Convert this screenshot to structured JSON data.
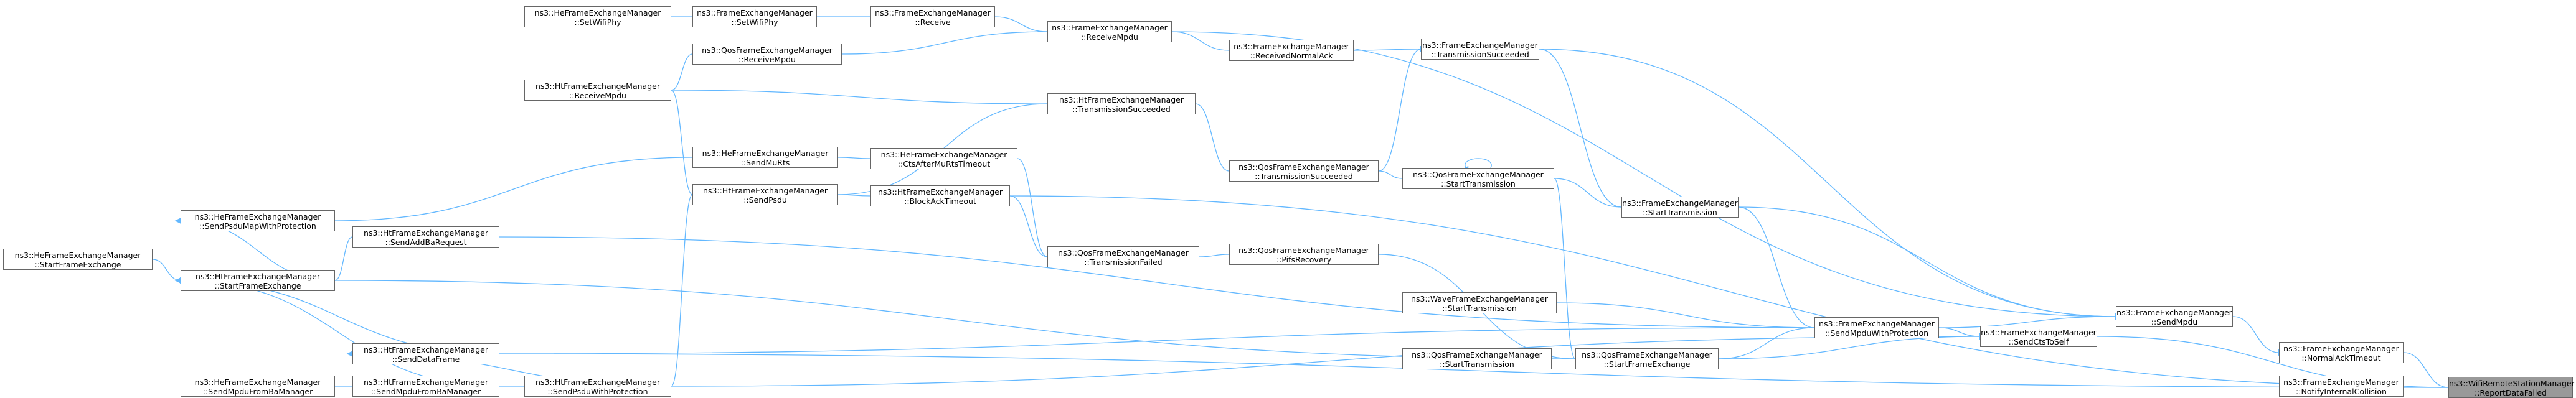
{
  "graph": {
    "edge_color": "#63b8ff",
    "node_border": "#666666",
    "focus_fill": "#999999",
    "nodes": {
      "reportDataFailed": {
        "l1": "ns3::WifiRemoteStationManager",
        "l2": "::ReportDataFailed"
      },
      "normalAckTimeout": {
        "l1": "ns3::FrameExchangeManager",
        "l2": "::NormalAckTimeout"
      },
      "notifyInternalCollision": {
        "l1": "ns3::FrameExchangeManager",
        "l2": "::NotifyInternalCollision"
      },
      "sendMpdu": {
        "l1": "ns3::FrameExchangeManager",
        "l2": "::SendMpdu"
      },
      "sendCtsToSelf": {
        "l1": "ns3::FrameExchangeManager",
        "l2": "::SendCtsToSelf"
      },
      "sendMpduWithProtection": {
        "l1": "ns3::FrameExchangeManager",
        "l2": "::SendMpduWithProtection"
      },
      "startTransmission": {
        "l1": "ns3::FrameExchangeManager",
        "l2": "::StartTransmission"
      },
      "transmissionSucceeded": {
        "l1": "ns3::FrameExchangeManager",
        "l2": "::TransmissionSucceeded"
      },
      "waveStartTransmission": {
        "l1": "ns3::WaveFrameExchangeManager",
        "l2": "::StartTransmission"
      },
      "qosStartFrameExchange": {
        "l1": "ns3::QosFrameExchangeManager",
        "l2": "::StartFrameExchange"
      },
      "qosStartTransmission2": {
        "l1": "ns3::QosFrameExchangeManager",
        "l2": "::StartTransmission"
      },
      "qosStartTransmission": {
        "l1": "ns3::QosFrameExchangeManager",
        "l2": "::StartTransmission"
      },
      "qosPifsRecovery": {
        "l1": "ns3::QosFrameExchangeManager",
        "l2": "::PifsRecovery"
      },
      "qosTransmissionSucceeded": {
        "l1": "ns3::QosFrameExchangeManager",
        "l2": "::TransmissionSucceeded"
      },
      "qosTransmissionFailed": {
        "l1": "ns3::QosFrameExchangeManager",
        "l2": "::TransmissionFailed"
      },
      "receivedNormalAck": {
        "l1": "ns3::FrameExchangeManager",
        "l2": "::ReceivedNormalAck"
      },
      "receiveMpdu": {
        "l1": "ns3::FrameExchangeManager",
        "l2": "::ReceiveMpdu"
      },
      "htTransmissionSucceeded": {
        "l1": "ns3::HtFrameExchangeManager",
        "l2": "::TransmissionSucceeded"
      },
      "htBlockAckTimeout": {
        "l1": "ns3::HtFrameExchangeManager",
        "l2": "::BlockAckTimeout"
      },
      "heCtsAfterMuRtsTimeout": {
        "l1": "ns3::HeFrameExchangeManager",
        "l2": "::CtsAfterMuRtsTimeout"
      },
      "receive": {
        "l1": "ns3::FrameExchangeManager",
        "l2": "::Receive"
      },
      "qosReceiveMpdu": {
        "l1": "ns3::QosFrameExchangeManager",
        "l2": "::ReceiveMpdu"
      },
      "setWifiPhy": {
        "l1": "ns3::FrameExchangeManager",
        "l2": "::SetWifiPhy"
      },
      "heSendMuRts": {
        "l1": "ns3::HeFrameExchangeManager",
        "l2": "::SendMuRts"
      },
      "htSendPsdu": {
        "l1": "ns3::HtFrameExchangeManager",
        "l2": "::SendPsdu"
      },
      "htSendAddBaRequest": {
        "l1": "ns3::HtFrameExchangeManager",
        "l2": "::SendAddBaRequest"
      },
      "htSendDataFrame": {
        "l1": "ns3::HtFrameExchangeManager",
        "l2": "::SendDataFrame"
      },
      "htSendMpduFromBaManager": {
        "l1": "ns3::HtFrameExchangeManager",
        "l2": "::SendMpduFromBaManager"
      },
      "htSendPsduWithProtection": {
        "l1": "ns3::HtFrameExchangeManager",
        "l2": "::SendPsduWithProtection"
      },
      "heSetWifiPhy": {
        "l1": "ns3::HeFrameExchangeManager",
        "l2": "::SetWifiPhy"
      },
      "htReceiveMpdu": {
        "l1": "ns3::HtFrameExchangeManager",
        "l2": "::ReceiveMpdu"
      },
      "heSendPsduMapWithProtection": {
        "l1": "ns3::HeFrameExchangeManager",
        "l2": "::SendPsduMapWithProtection"
      },
      "htStartFrameExchange": {
        "l1": "ns3::HtFrameExchangeManager",
        "l2": "::StartFrameExchange"
      },
      "heSendMpduFromBaManager": {
        "l1": "ns3::HeFrameExchangeManager",
        "l2": "::SendMpduFromBaManager"
      },
      "heStartFrameExchange": {
        "l1": "ns3::HeFrameExchangeManager",
        "l2": "::StartFrameExchange"
      }
    },
    "edges": [
      [
        "normalAckTimeout",
        "reportDataFailed"
      ],
      [
        "sendMpdu",
        "normalAckTimeout"
      ],
      [
        "sendCtsToSelf",
        "reportDataFailed"
      ],
      [
        "sendMpduWithProtection",
        "sendCtsToSelf"
      ],
      [
        "sendMpduWithProtection",
        "sendMpdu"
      ],
      [
        "startTransmission",
        "sendMpduWithProtection"
      ],
      [
        "startTransmission",
        "sendMpdu"
      ],
      [
        "transmissionSucceeded",
        "sendMpdu"
      ],
      [
        "transmissionSucceeded",
        "startTransmission"
      ],
      [
        "waveStartTransmission",
        "sendMpduWithProtection"
      ],
      [
        "qosStartFrameExchange",
        "sendMpduWithProtection"
      ],
      [
        "qosStartFrameExchange",
        "sendCtsToSelf"
      ],
      [
        "qosStartTransmission2",
        "qosStartFrameExchange"
      ],
      [
        "qosStartTransmission",
        "startTransmission"
      ],
      [
        "qosStartTransmission",
        "qosStartTransmission"
      ],
      [
        "qosStartTransmission",
        "qosStartFrameExchange"
      ],
      [
        "qosPifsRecovery",
        "qosStartFrameExchange"
      ],
      [
        "qosTransmissionSucceeded",
        "transmissionSucceeded"
      ],
      [
        "qosTransmissionSucceeded",
        "qosStartTransmission"
      ],
      [
        "qosTransmissionFailed",
        "qosPifsRecovery"
      ],
      [
        "receivedNormalAck",
        "transmissionSucceeded"
      ],
      [
        "receiveMpdu",
        "receivedNormalAck"
      ],
      [
        "receiveMpdu",
        "sendMpdu"
      ],
      [
        "htTransmissionSucceeded",
        "qosTransmissionSucceeded"
      ],
      [
        "htBlockAckTimeout",
        "qosTransmissionFailed"
      ],
      [
        "htBlockAckTimeout",
        "reportDataFailed"
      ],
      [
        "heCtsAfterMuRtsTimeout",
        "qosTransmissionFailed"
      ],
      [
        "receive",
        "receiveMpdu"
      ],
      [
        "qosReceiveMpdu",
        "receiveMpdu"
      ],
      [
        "setWifiPhy",
        "receive"
      ],
      [
        "heSendMuRts",
        "heCtsAfterMuRtsTimeout"
      ],
      [
        "htSendPsdu",
        "htBlockAckTimeout"
      ],
      [
        "htSendPsdu",
        "htTransmissionSucceeded"
      ],
      [
        "htSendAddBaRequest",
        "sendMpduWithProtection"
      ],
      [
        "htSendDataFrame",
        "sendMpduWithProtection"
      ],
      [
        "htSendDataFrame",
        "reportDataFailed"
      ],
      [
        "htSendMpduFromBaManager",
        "htSendPsduWithProtection"
      ],
      [
        "htSendPsduWithProtection",
        "htSendPsdu"
      ],
      [
        "htSendPsduWithProtection",
        "sendCtsToSelf"
      ],
      [
        "htSendPsduWithProtection",
        "htSendDataFrame"
      ],
      [
        "heSetWifiPhy",
        "setWifiPhy"
      ],
      [
        "htReceiveMpdu",
        "qosReceiveMpdu"
      ],
      [
        "htReceiveMpdu",
        "htTransmissionSucceeded"
      ],
      [
        "htReceiveMpdu",
        "htSendPsdu"
      ],
      [
        "heSendPsduMapWithProtection",
        "heSendMuRts"
      ],
      [
        "htStartFrameExchange",
        "heSendPsduMapWithProtection"
      ],
      [
        "htStartFrameExchange",
        "htSendAddBaRequest"
      ],
      [
        "htStartFrameExchange",
        "qosStartFrameExchange"
      ],
      [
        "htSendDataFrame",
        "htStartFrameExchange"
      ],
      [
        "htSendMpduFromBaManager",
        "htStartFrameExchange"
      ],
      [
        "heSendMpduFromBaManager",
        "htSendMpduFromBaManager"
      ],
      [
        "heStartFrameExchange",
        "htStartFrameExchange"
      ]
    ]
  }
}
